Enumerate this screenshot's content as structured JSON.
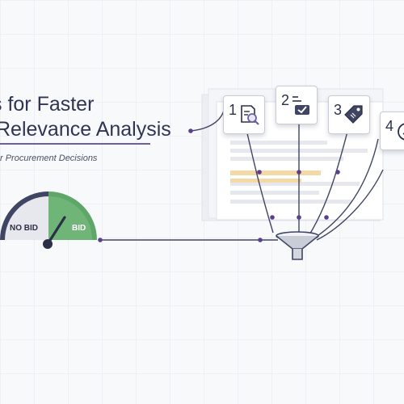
{
  "header": {
    "title_line_1": "s for Faster",
    "title_line_2": "Relevance Analysis",
    "subtitle": "r Procurement Decisions"
  },
  "steps": [
    {
      "number": "1",
      "icon": "document-search-icon"
    },
    {
      "number": "2",
      "icon": "checklist-icon"
    },
    {
      "number": "3",
      "icon": "price-tag-icon"
    },
    {
      "number": "4",
      "icon": "clock-icon"
    }
  ],
  "gauge": {
    "left_label": "NO BID",
    "right_label": "BID",
    "left_color": "#3f4563",
    "right_color": "#5fa768"
  },
  "colors": {
    "accent": "#6f5fa0",
    "node": "#5b3f8f",
    "connector": "#3f4563",
    "document_highlight": "#f3d9a6",
    "card_border": "#c9ccd8"
  }
}
